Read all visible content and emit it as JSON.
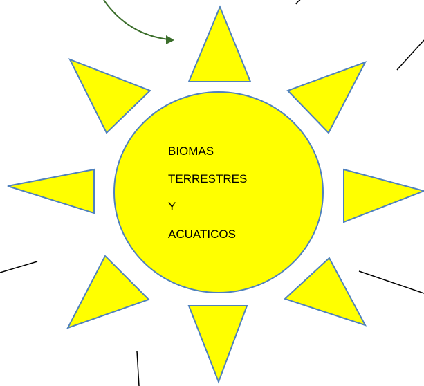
{
  "diagram": {
    "center_label_lines": [
      "BIOMAS",
      "TERRESTRES",
      "Y",
      "ACUATICOS"
    ],
    "colors": {
      "fill": "#ffff00",
      "outline": "#4f81bd",
      "arrow": "#3b6e2b",
      "lines": "#000000"
    }
  }
}
